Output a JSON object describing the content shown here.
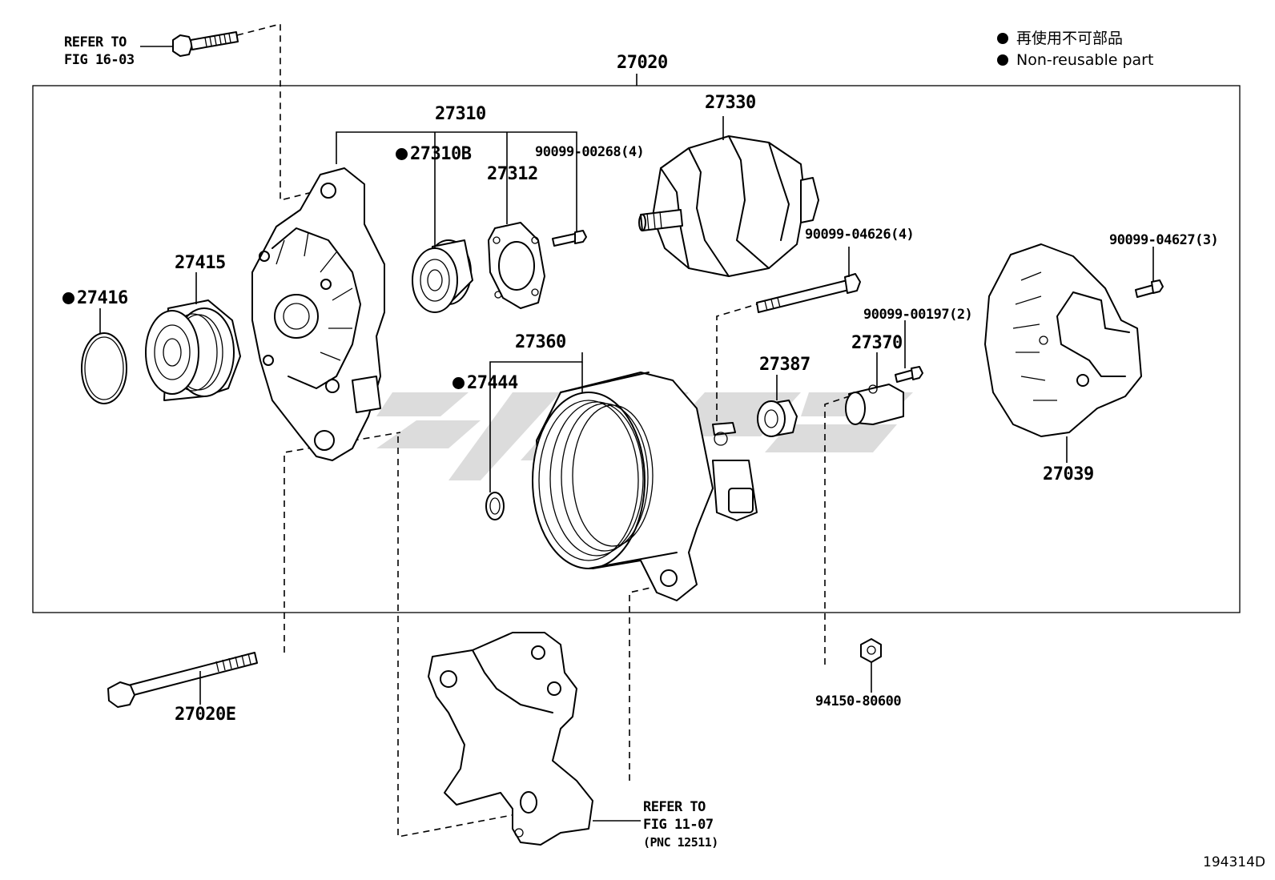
{
  "legend": {
    "jp": "再使用不可部品",
    "en": "Non-reusable part"
  },
  "assembly_number": "27020",
  "refer_top": {
    "line1": "REFER TO",
    "line2": "FIG 16-03"
  },
  "refer_bottom": {
    "line1": "REFER TO",
    "line2": "FIG 11-07",
    "line3": "(PNC 12511)"
  },
  "parts": {
    "p27310": "27310",
    "p27310B": "27310B",
    "p27312": "27312",
    "p90099_00268": "90099-00268(4)",
    "p27330": "27330",
    "p90099_04626": "90099-04626(4)",
    "p90099_04627": "90099-04627(3)",
    "p27415": "27415",
    "p27416": "27416",
    "p27360": "27360",
    "p27444": "27444",
    "p27387": "27387",
    "p27370": "27370",
    "p90099_00197": "90099-00197(2)",
    "p27039": "27039",
    "p27020E": "27020E",
    "p94150_80600": "94150-80600"
  },
  "image_code": "194314D"
}
